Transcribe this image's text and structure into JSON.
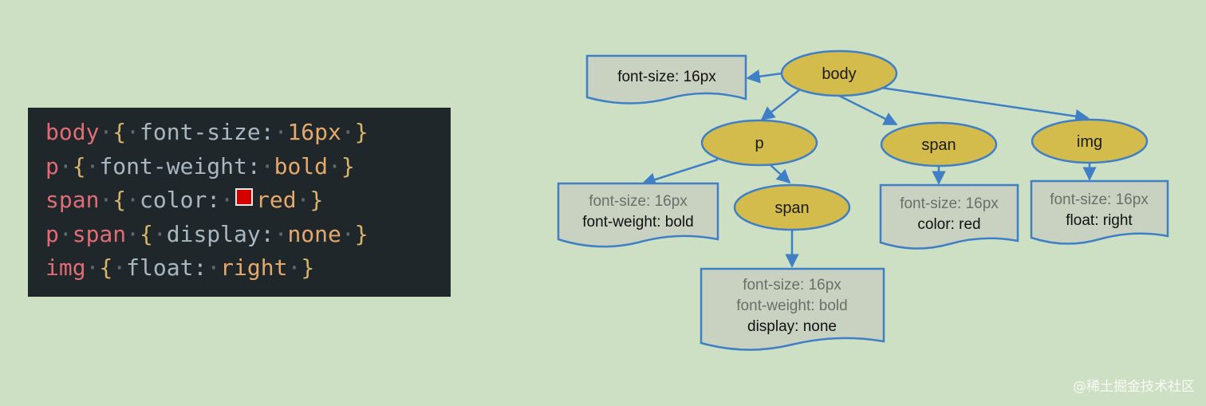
{
  "code": {
    "lines": [
      [
        {
          "t": "body",
          "c": "sel"
        },
        {
          "t": " ",
          "c": "dot"
        },
        {
          "t": "{",
          "c": "brace"
        },
        {
          "t": " ",
          "c": "dot"
        },
        {
          "t": "font-size:",
          "c": "prop"
        },
        {
          "t": " ",
          "c": "dot"
        },
        {
          "t": "16px",
          "c": "val"
        },
        {
          "t": " ",
          "c": "dot"
        },
        {
          "t": "}",
          "c": "brace"
        }
      ],
      [
        {
          "t": "p",
          "c": "sel"
        },
        {
          "t": " ",
          "c": "dot"
        },
        {
          "t": "{",
          "c": "brace"
        },
        {
          "t": " ",
          "c": "dot"
        },
        {
          "t": "font-weight:",
          "c": "prop"
        },
        {
          "t": " ",
          "c": "dot"
        },
        {
          "t": "bold",
          "c": "val"
        },
        {
          "t": " ",
          "c": "dot"
        },
        {
          "t": "}",
          "c": "brace"
        }
      ],
      [
        {
          "t": "span",
          "c": "sel"
        },
        {
          "t": " ",
          "c": "dot"
        },
        {
          "t": "{",
          "c": "brace"
        },
        {
          "t": " ",
          "c": "dot"
        },
        {
          "t": "color:",
          "c": "prop"
        },
        {
          "t": " ",
          "c": "dot"
        },
        {
          "t": "",
          "c": "swatch"
        },
        {
          "t": "red",
          "c": "val"
        },
        {
          "t": " ",
          "c": "dot"
        },
        {
          "t": "}",
          "c": "brace"
        }
      ],
      [
        {
          "t": "p",
          "c": "sel"
        },
        {
          "t": " ",
          "c": "dot"
        },
        {
          "t": "span",
          "c": "sel"
        },
        {
          "t": " ",
          "c": "dot"
        },
        {
          "t": "{",
          "c": "brace"
        },
        {
          "t": " ",
          "c": "dot"
        },
        {
          "t": "display:",
          "c": "prop"
        },
        {
          "t": " ",
          "c": "dot"
        },
        {
          "t": "none",
          "c": "val"
        },
        {
          "t": " ",
          "c": "dot"
        },
        {
          "t": "}",
          "c": "brace"
        }
      ],
      [
        {
          "t": "img",
          "c": "sel"
        },
        {
          "t": " ",
          "c": "dot"
        },
        {
          "t": "{",
          "c": "brace"
        },
        {
          "t": " ",
          "c": "dot"
        },
        {
          "t": "float:",
          "c": "prop"
        },
        {
          "t": " ",
          "c": "dot"
        },
        {
          "t": "right",
          "c": "val"
        },
        {
          "t": " ",
          "c": "dot"
        },
        {
          "t": "}",
          "c": "brace"
        }
      ]
    ],
    "swatch_color": "#d40000"
  },
  "tree": {
    "nodes": {
      "body": "body",
      "p": "p",
      "span_top": "span",
      "img": "img",
      "span_nested": "span"
    },
    "styles": {
      "body": {
        "inherited": [],
        "own": [
          "font-size: 16px"
        ]
      },
      "p": {
        "inherited": [
          "font-size: 16px"
        ],
        "own": [
          "font-weight: bold"
        ]
      },
      "span_top": {
        "inherited": [
          "font-size: 16px"
        ],
        "own": [
          "color: red"
        ]
      },
      "img": {
        "inherited": [
          "font-size: 16px"
        ],
        "own": [
          "float: right"
        ]
      },
      "span_nested": {
        "inherited": [
          "font-size: 16px",
          "font-weight: bold"
        ],
        "own": [
          "display: none"
        ]
      }
    }
  },
  "colors": {
    "node_fill": "#d4bc4c",
    "stroke": "#3f7fc6",
    "doc_fill": "#c9d1c1"
  },
  "watermark": "@稀土掘金技术社区"
}
